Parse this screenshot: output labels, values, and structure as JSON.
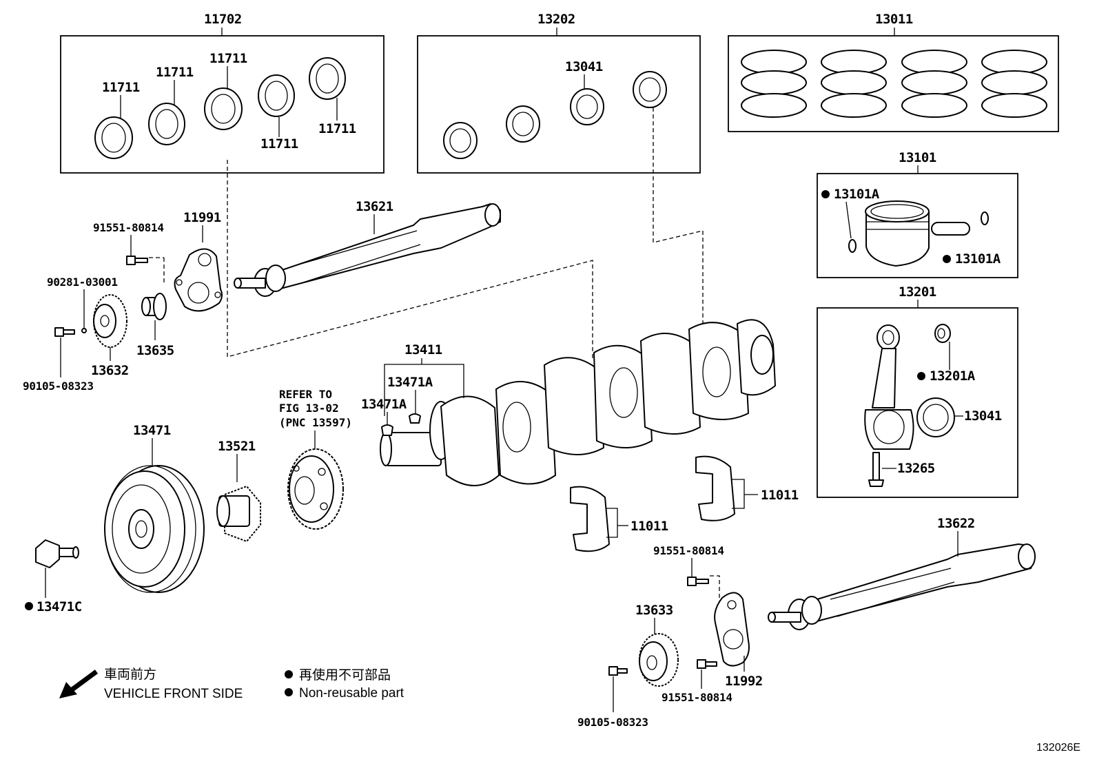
{
  "groups": {
    "bearing_set": "11702",
    "crank_bearing_set": "13202",
    "ring_set": "13011",
    "piston_sub": "13101",
    "conrod_sub": "13201"
  },
  "labels": {
    "b1": "11711",
    "b2": "11711",
    "b3": "11711",
    "b4": "11711",
    "b5": "11711",
    "bearing_13041_top": "13041",
    "piston_clip_1": "13101A",
    "piston_clip_2": "13101A",
    "conrod_bush": "13201A",
    "conrod_bearing": "13041",
    "conrod_bolt": "13265",
    "balancer_shaft_1": "13621",
    "balancer_shaft_2": "13622",
    "bolt_1": "91551-80814",
    "bolt_2": "91551-80814",
    "bolt_3": "91551-80814",
    "housing_1": "11991",
    "housing_2": "11992",
    "pin": "90281-03001",
    "gear_13632": "13632",
    "gear_13633": "13633",
    "bush_13635": "13635",
    "bolt_90105_1": "90105-08323",
    "bolt_90105_2": "90105-08323",
    "crankshaft": "13411",
    "key_1": "13471A",
    "key_2": "13471A",
    "pulley": "13471",
    "pulley_bolt": "13471C",
    "sprocket": "13521",
    "thrust_1": "11011",
    "thrust_2": "11011"
  },
  "refer_note": {
    "line1": "REFER TO",
    "line2": "FIG 13-02",
    "line3": "(PNC 13597)"
  },
  "legend": {
    "front_jp": "車両前方",
    "front_en": "VEHICLE FRONT SIDE",
    "nonreuse_jp": "再使用不可部品",
    "nonreuse_en": "Non-reusable part"
  },
  "figure_code": "132026E"
}
